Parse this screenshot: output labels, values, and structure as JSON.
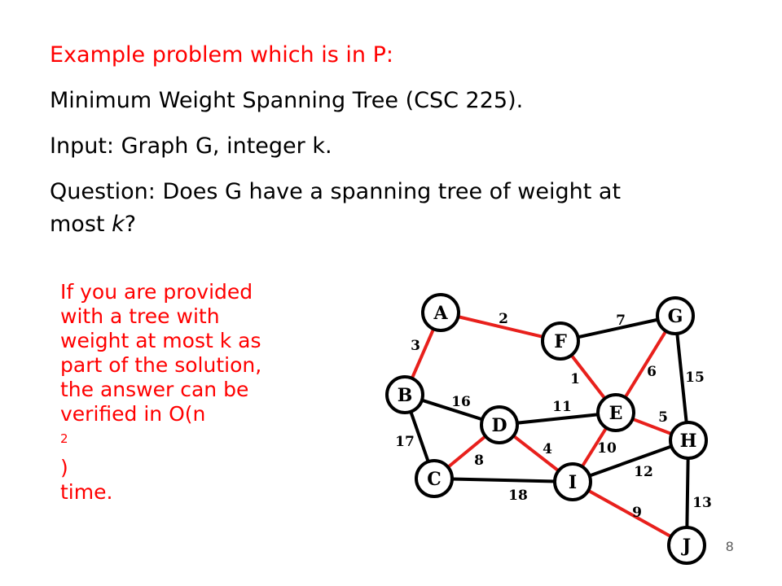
{
  "header": {
    "line1": "Example problem which is in P:",
    "line2": "Minimum Weight Spanning Tree (CSC 225).",
    "line3": "Input: Graph G, integer k.",
    "line4": "Question:  Does G have a spanning tree of weight at",
    "line5_a": "most ",
    "line5_k": "k",
    "line5_b": "?"
  },
  "callout": {
    "lines": [
      "If you are provided",
      "with a tree with",
      "weight at most k as",
      "part of the solution,",
      "the answer can be",
      "verified in O(n",
      "time."
    ],
    "sup": "2",
    "close": ")"
  },
  "graph": {
    "nodes": [
      "A",
      "B",
      "C",
      "D",
      "E",
      "F",
      "G",
      "H",
      "I",
      "J"
    ],
    "edges": [
      {
        "from": "A",
        "to": "F",
        "weight": "2",
        "in_tree": true
      },
      {
        "from": "A",
        "to": "B",
        "weight": "3",
        "in_tree": true
      },
      {
        "from": "F",
        "to": "G",
        "weight": "7",
        "in_tree": false
      },
      {
        "from": "F",
        "to": "E",
        "weight": "1",
        "in_tree": true
      },
      {
        "from": "G",
        "to": "E",
        "weight": "6",
        "in_tree": true
      },
      {
        "from": "G",
        "to": "H",
        "weight": "15",
        "in_tree": false
      },
      {
        "from": "B",
        "to": "D",
        "weight": "16",
        "in_tree": false
      },
      {
        "from": "B",
        "to": "C",
        "weight": "17",
        "in_tree": false
      },
      {
        "from": "D",
        "to": "E",
        "weight": "11",
        "in_tree": false
      },
      {
        "from": "E",
        "to": "H",
        "weight": "5",
        "in_tree": true
      },
      {
        "from": "D",
        "to": "C",
        "weight": "8",
        "in_tree": true
      },
      {
        "from": "D",
        "to": "I",
        "weight": "4",
        "in_tree": true
      },
      {
        "from": "E",
        "to": "I",
        "weight": "10",
        "in_tree": true
      },
      {
        "from": "C",
        "to": "I",
        "weight": "18",
        "in_tree": false
      },
      {
        "from": "I",
        "to": "H",
        "weight": "12",
        "in_tree": false
      },
      {
        "from": "I",
        "to": "J",
        "weight": "9",
        "in_tree": true
      },
      {
        "from": "H",
        "to": "J",
        "weight": "13",
        "in_tree": false
      }
    ],
    "colors": {
      "tree_edge": "#e8201c",
      "other_edge": "#000000"
    }
  },
  "footer": {
    "page_number": "8"
  }
}
